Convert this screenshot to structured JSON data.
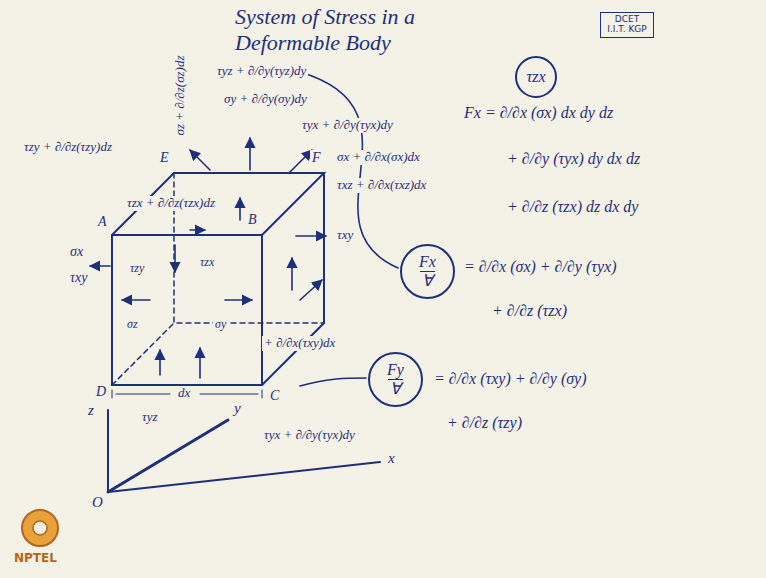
{
  "diagram": {
    "title": "System of Stress in a Deformable Body",
    "nodes": [
      {
        "text": [
          "DCET",
          "I.I.T. KGP"
        ]
      },
      {
        "text": [
          "τzx"
        ]
      },
      {
        "text": [
          "Fx",
          "∀"
        ]
      },
      {
        "text": [
          "Fy",
          "∀"
        ]
      }
    ],
    "labels": [
      "τzy + ∂/∂z(τzy)dz",
      "σz + ∂/∂z(σz)dz",
      "τyz + ∂/∂y(τyz)dy",
      "σy + ∂/∂y(σy)dy",
      "τyx + ∂/∂y(τyx)dy",
      "σx + ∂/∂x(σx)dx",
      "τxz + ∂/∂x(τxz)dx",
      "τxy",
      "+ ∂/∂x(τxy)dx",
      "τyx + ∂/∂y(τyx)dy",
      "τzx + ∂/∂z(τzx)dz",
      "A",
      "B",
      "C",
      "D",
      "E",
      "F",
      "σx",
      "τxy",
      "dx",
      "τyz",
      "x",
      "y",
      "z",
      "O",
      "NPTEL",
      "τzy",
      "τzx",
      "σz",
      "σy",
      "Fx = ∂/∂x (σx) dx dy dz",
      "+ ∂/∂y (τyx) dy dx dz",
      "+ ∂/∂z (τzx) dz dx dy",
      "= ∂/∂x (σx) + ∂/∂y (τyx)",
      "+ ∂/∂z (τzx)",
      "= ∂/∂x (τxy) + ∂/∂y (σy)",
      "+ ∂/∂z (τzy)"
    ]
  }
}
